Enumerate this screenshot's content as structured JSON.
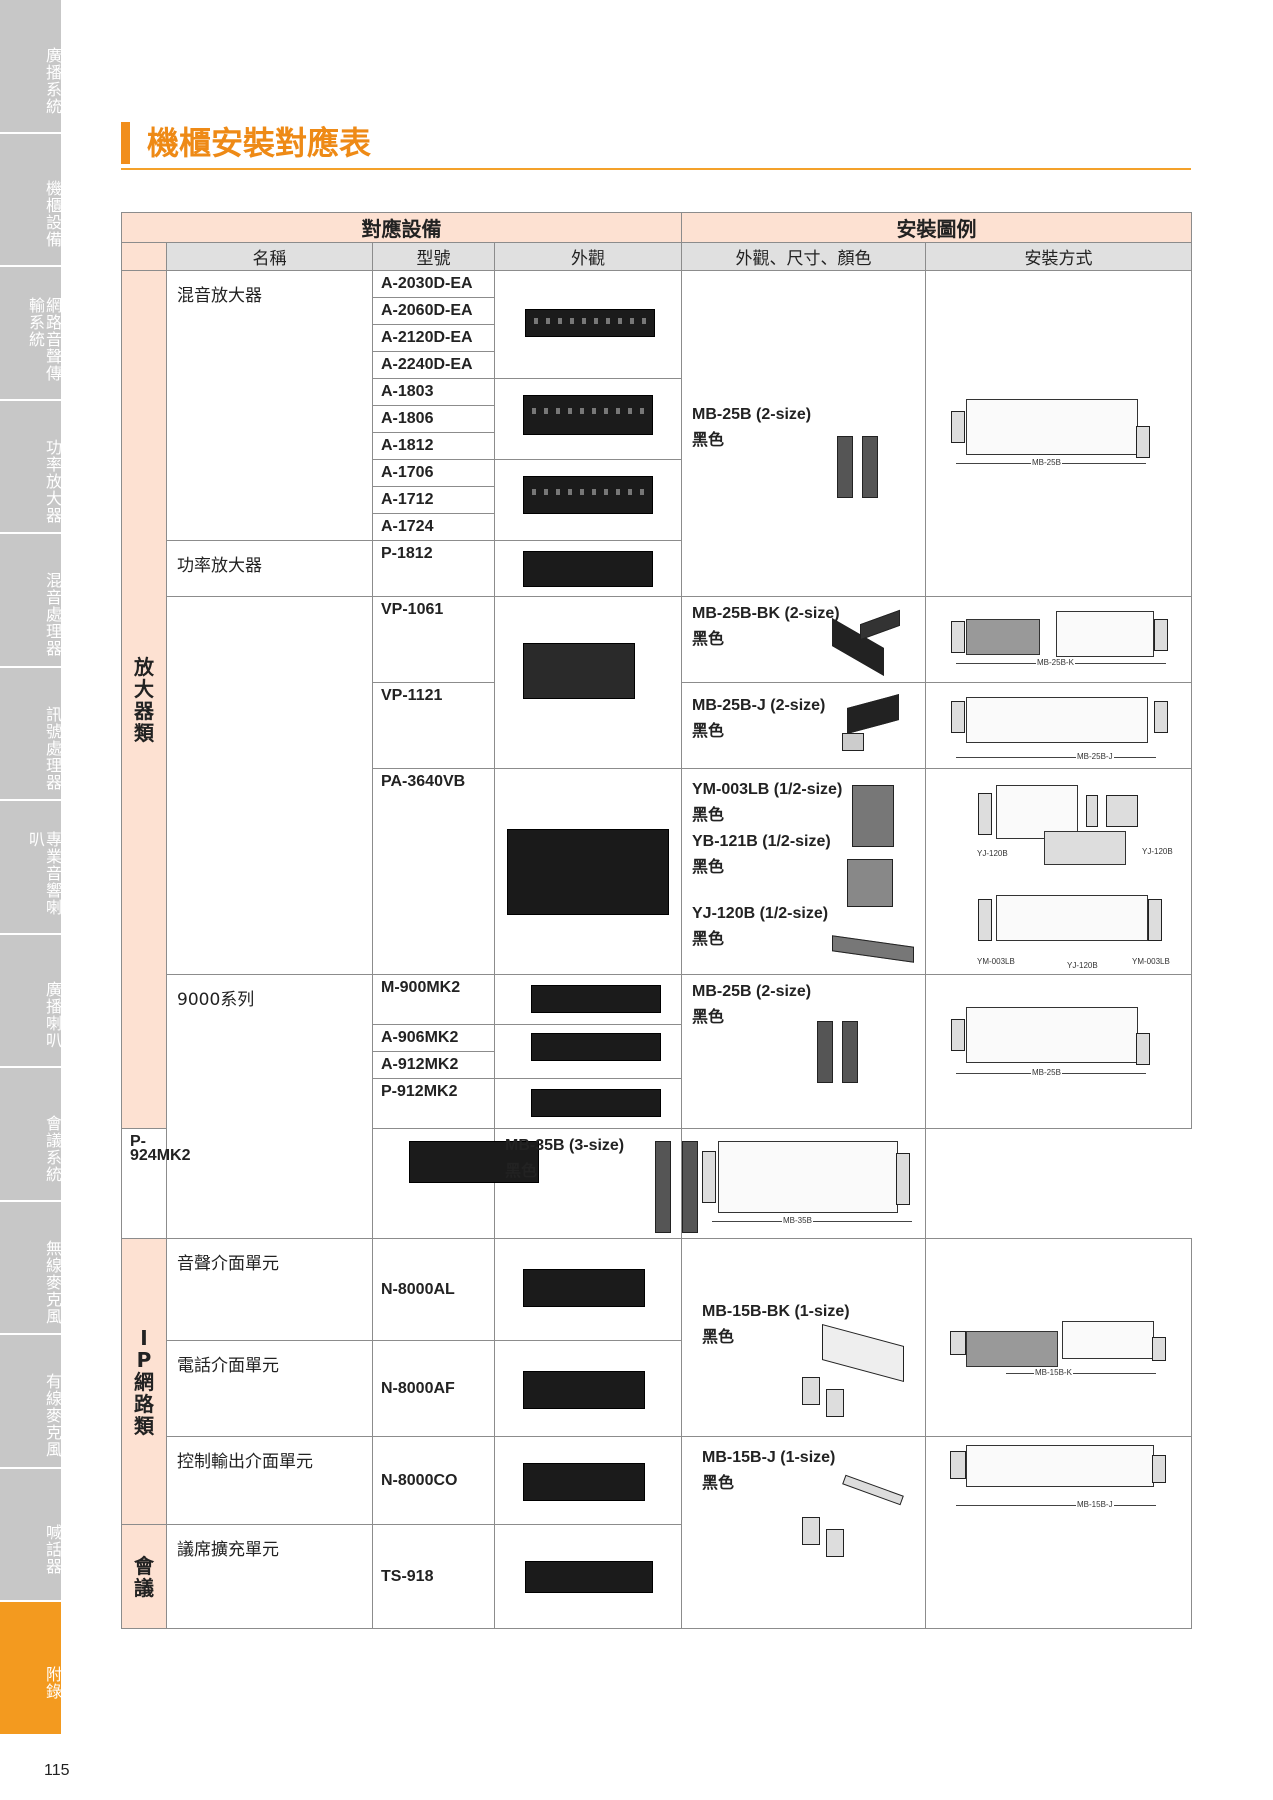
{
  "sidebar": {
    "tabs": [
      {
        "label": "廣播系統",
        "color": "#c7c7c7"
      },
      {
        "label": "機櫃設備",
        "color": "#c7c7c7"
      },
      {
        "label": "網路音聲傳輸系統",
        "color": "#c7c7c7"
      },
      {
        "label": "功率放大器",
        "color": "#c7c7c7"
      },
      {
        "label": "混音處理器",
        "color": "#c7c7c7"
      },
      {
        "label": "訊號處理器",
        "color": "#c7c7c7"
      },
      {
        "label": "專業音響喇叭",
        "color": "#c7c7c7"
      },
      {
        "label": "廣播喇叭",
        "color": "#c7c7c7"
      },
      {
        "label": "會議系統",
        "color": "#c7c7c7"
      },
      {
        "label": "無線麥克風",
        "color": "#c7c7c7"
      },
      {
        "label": "有線麥克風",
        "color": "#c7c7c7"
      },
      {
        "label": "喊話器",
        "color": "#c7c7c7"
      },
      {
        "label": "附錄",
        "color": "#f39a1f"
      }
    ]
  },
  "page_number": "115",
  "title": "機櫃安裝對應表",
  "table": {
    "group_headers": {
      "equipment": "對應設備",
      "install": "安裝圖例"
    },
    "col_headers": {
      "name": "名稱",
      "model": "型號",
      "appearance": "外觀",
      "spec": "外觀、尺寸、顏色",
      "method": "安裝方式"
    },
    "categories": {
      "amp": "放大器類",
      "ip": "IP網路類",
      "conf": "會議"
    },
    "names": {
      "mixer": "混音放大器",
      "power": "功率放大器",
      "series9000": "9000系列",
      "audio_if": "音聲介面單元",
      "phone_if": "電話介面單元",
      "ctrl_if": "控制輸出介面單元",
      "conf_ext": "議席擴充單元"
    },
    "models": {
      "m1": "A-2030D-EA",
      "m2": "A-2060D-EA",
      "m3": "A-2120D-EA",
      "m4": "A-2240D-EA",
      "m5": "A-1803",
      "m6": "A-1806",
      "m7": "A-1812",
      "m8": "A-1706",
      "m9": "A-1712",
      "m10": "A-1724",
      "m11": "P-1812",
      "m12": "VP-1061",
      "m13": "VP-1121",
      "m14": "PA-3640VB",
      "m15": "M-900MK2",
      "m16": "A-906MK2",
      "m17": "A-912MK2",
      "m18": "P-912MK2",
      "m19": "P-924MK2",
      "m20": "N-8000AL",
      "m21": "N-8000AF",
      "m22": "N-8000CO",
      "m23": "TS-918"
    },
    "specs": {
      "s1": "MB-25B (2-size)",
      "s2": "MB-25B-BK (2-size)",
      "s3": "MB-25B-J (2-size)",
      "s4": "YM-003LB (1/2-size)",
      "s5": "YB-121B (1/2-size)",
      "s6": "YJ-120B (1/2-size)",
      "s7": "MB-25B (2-size)",
      "s8": "MB-35B (3-size)",
      "s9": "MB-15B-BK (1-size)",
      "s10": "MB-15B-J (1-size)"
    },
    "color_black": "黑色",
    "captions": {
      "c1": "MB-25B",
      "c2": "MB-25B-K",
      "c3": "MB-25B-J",
      "c4": "YJ-120B",
      "c5": "YJ-120B",
      "c6": "YM-003LB",
      "c7": "YJ-120B",
      "c8": "YM-003LB",
      "c9": "MB-25B",
      "c10": "MB-35B",
      "c11": "MB-15B-K",
      "c12": "MB-15B-J"
    }
  },
  "colors": {
    "accent": "#f18e1c",
    "header_pink": "#fde1d2",
    "header_gray": "#e0e0e0",
    "tab_gray": "#c7c7c7"
  }
}
